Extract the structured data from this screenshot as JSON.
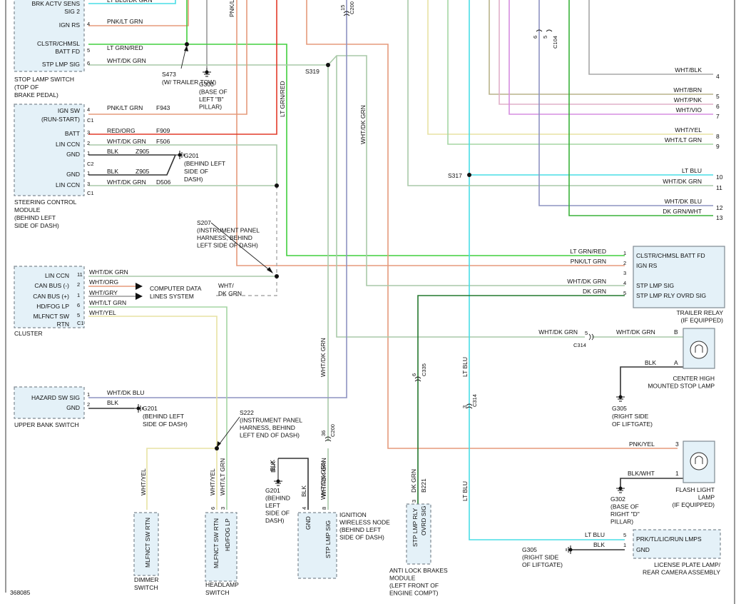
{
  "colors": {
    "lt_blu": "#49dde6",
    "lt_grn_red": "#41cf3e",
    "red": "#e23b2a",
    "pnk_lt_grn": "#e59a7b",
    "wht_dk_grn": "#a9c9a8",
    "wht_lt_grn": "#a5d6a3",
    "wht_yel": "#e7e2a3",
    "wht_blk": "#a7a7a7",
    "wht_brn": "#b9b38a",
    "wht_pnk": "#e0b0c9",
    "wht_vio": "#d68ee0",
    "wht_dk_blu": "#8e93c2",
    "dk_grn": "#24782e",
    "dk_grn_wht": "#3ab23a",
    "blk": "#333333",
    "gry": "#999999",
    "component_fill": "#e4f1f8"
  },
  "stop_lamp_switch": {
    "pins": [
      {
        "name": "BRK ACTV SENS",
        "num": "",
        "wire": "LT BLU/DK GRN",
        "circuit": ""
      },
      {
        "name": "SIG 2",
        "num": "",
        "wire": "",
        "circuit": ""
      },
      {
        "name": "IGN RS",
        "num": "4",
        "wire": "PNK/LT GRN",
        "circuit": ""
      },
      {
        "name": "CLSTR/CHMSL",
        "num": "",
        "wire": "",
        "circuit": ""
      },
      {
        "name": "BATT FD",
        "num": "5",
        "wire": "LT GRN/RED",
        "circuit": ""
      },
      {
        "name": "STP LMP SIG",
        "num": "6",
        "wire": "WHT/DK GRN",
        "circuit": ""
      }
    ],
    "label": [
      "STOP LAMP SWITCH",
      "(TOP OF",
      "BRAKE PEDAL)"
    ]
  },
  "splices": {
    "s473": [
      "S473",
      "(W/ TRAILER TOW)"
    ],
    "s319": "S319",
    "s317": "S317",
    "s207": [
      "S207",
      "(INSTRUMENT PANEL",
      "HARNESS, BEHIND",
      "LEFT SIDE OF DASH)"
    ],
    "s222": [
      "S222",
      "(INSTRUMENT PANEL",
      "HARNESS, BEHIND",
      "LEFT END OF DASH)"
    ]
  },
  "grounds": {
    "g300": [
      "G300",
      "(BASE OF",
      "LEFT \"B\"",
      "PILLAR)"
    ],
    "g201_a": [
      "G201",
      "(BEHIND LEFT",
      "SIDE OF",
      "DASH)"
    ],
    "g201_b": [
      "G201",
      "(BEHIND LEFT",
      "SIDE OF DASH)"
    ],
    "g201_c": [
      "G201",
      "(BEHIND",
      "LEFT",
      "SIDE OF",
      "DASH)"
    ],
    "g305_a": [
      "G305",
      "(RIGHT SIDE",
      "OF LIFTGATE)"
    ],
    "g302": [
      "G302",
      "(BASE OF",
      "RIGHT \"D\"",
      "PILLAR)"
    ],
    "g305_b": [
      "G305",
      "(RIGHT SIDE",
      "OF LIFTGATE)"
    ]
  },
  "steering_control_module": {
    "pins": [
      {
        "name": "IGN SW",
        "num": "4",
        "wire": "PNK/LT GRN",
        "circuit": "F943"
      },
      {
        "name": "(RUN-START)",
        "num": "C1",
        "wire": "",
        "circuit": ""
      },
      {
        "name": "BATT",
        "num": "3",
        "wire": "RED/ORG",
        "circuit": "F909"
      },
      {
        "name": "LIN CCN",
        "num": "2",
        "wire": "WHT/DK GRN",
        "circuit": "F506"
      },
      {
        "name": "GND",
        "num": "1",
        "wire": "BLK",
        "circuit": "Z905"
      },
      {
        "name": "",
        "num": "C2",
        "wire": "",
        "circuit": ""
      },
      {
        "name": "GND",
        "num": "1",
        "wire": "BLK",
        "circuit": "Z905"
      },
      {
        "name": "LIN CCN",
        "num": "3",
        "wire": "WHT/DK GRN",
        "circuit": "D506"
      },
      {
        "name": "",
        "num": "C1",
        "wire": "",
        "circuit": ""
      }
    ],
    "label": [
      "STEERING CONTROL",
      "MODULE",
      "(BEHIND LEFT",
      "SIDE OF DASH)"
    ]
  },
  "cluster": {
    "pins": [
      {
        "name": "LIN CCN",
        "num": "11",
        "wire": "WHT/DK GRN"
      },
      {
        "name": "CAN BUS (-)",
        "num": "2",
        "wire": "WHT/ORG"
      },
      {
        "name": "CAN BUS (+)",
        "num": "1",
        "wire": "WHT/GRY"
      },
      {
        "name": "HD/FOG LP",
        "num": "6",
        "wire": "WHT/LT GRN"
      },
      {
        "name": "MLFNCT SW",
        "num": "5",
        "wire": "WHT/YEL"
      },
      {
        "name": "RTN",
        "num": "C1",
        "wire": ""
      }
    ],
    "data_system": [
      "COMPUTER DATA",
      "LINES SYSTEM"
    ],
    "data_wire": [
      "WHT/",
      "DK GRN"
    ],
    "label": "CLUSTER"
  },
  "upper_bank_switch": {
    "pins": [
      {
        "name": "HAZARD SW SIG",
        "num": "1",
        "wire": "WHT/DK BLU"
      },
      {
        "name": "GND",
        "num": "2",
        "wire": "BLK"
      }
    ],
    "label": "UPPER BANK SWITCH"
  },
  "dimmer_switch": {
    "pin": "MLFNCT SW RTN",
    "wire": "WHT/YEL",
    "label": [
      "DIMMER",
      "SWITCH"
    ]
  },
  "headlamp_switch": {
    "pins": [
      {
        "name": "MLFNCT SW RTN",
        "num": "6",
        "wire": "WHT/YEL"
      },
      {
        "name": "HD/FOG LP",
        "num": "3",
        "wire": "WHT/LT GRN"
      }
    ],
    "label": [
      "HEADLAMP",
      "SWITCH"
    ]
  },
  "ignition_node": {
    "pins": [
      {
        "name": "GND",
        "num": "4",
        "wire": "BLK"
      },
      {
        "name": "STP LMP SIG",
        "num": "8",
        "wire": "WHT/DK GRN"
      }
    ],
    "label": [
      "IGNITION",
      "WIRELESS NODE",
      "(BEHIND LEFT",
      "SIDE OF DASH)"
    ]
  },
  "abs_module": {
    "pin": "STP LMP RLY OVRD SIG",
    "num": "3",
    "wire": "DK GRN",
    "circuit": "B221",
    "label": [
      "ANTI LOCK BRAKES",
      "MODULE",
      "(LEFT FRONT OF",
      "ENGINE COMPT)"
    ]
  },
  "connectors": {
    "c200_top": {
      "pin": "15",
      "name": "C200"
    },
    "c104": {
      "pins": [
        "6",
        "5"
      ],
      "name": "C104"
    },
    "c200_bot": {
      "pin": "36",
      "name": "C200"
    },
    "c335": {
      "pin": "6",
      "name": "C335"
    },
    "c314_a": {
      "pin": "3",
      "name": "C314"
    },
    "c314_b": {
      "pin": "5",
      "name": "C314"
    }
  },
  "vertical_wire_labels": {
    "top_pnk": "PNK/LT GRN",
    "lt_grn_red": "LT GRN/RED",
    "wht_dk_grn_upper": "WHT/DK GRN",
    "wht_dk_grn_mid": "WHT/DK GRN",
    "wht_dk_grn_low": "WHT/DK GRN",
    "lt_blu_mid": "LT BLU",
    "lt_blu_low": "LT BLU",
    "dk_grn_abs": "DK GRN",
    "b221": "B221",
    "blk_node": "BLK",
    "blk_g201": "BLK",
    "wht_yel_dim": "WHT/YEL",
    "wht_yel_head": "WHT/YEL",
    "wht_lt_grn_head": "WHT/LT GRN"
  },
  "right_terminals": [
    {
      "wire": "WHT/BLK",
      "num": "4"
    },
    {
      "wire": "WHT/BRN",
      "num": "5"
    },
    {
      "wire": "WHT/PNK",
      "num": "6"
    },
    {
      "wire": "WHT/VIO",
      "num": "7"
    },
    {
      "wire": "WHT/YEL",
      "num": "8"
    },
    {
      "wire": "WHT/LT GRN",
      "num": "9"
    },
    {
      "wire": "LT BLU",
      "num": "10"
    },
    {
      "wire": "WHT/DK GRN",
      "num": "11"
    },
    {
      "wire": "WHT/DK BLU",
      "num": "12"
    },
    {
      "wire": "DK GRN/WHT",
      "num": "13"
    }
  ],
  "trailer_relay": {
    "pins": [
      {
        "name": "CLSTR/CHMSL BATT FD",
        "num": "1",
        "wire": "LT GRN/RED"
      },
      {
        "name": "IGN RS",
        "num": "2",
        "wire": "PNK/LT GRN"
      },
      {
        "name": "",
        "num": "3",
        "wire": ""
      },
      {
        "name": "STP LMP SIG",
        "num": "4",
        "wire": "WHT/DK GRN"
      },
      {
        "name": "STP LMP RLY OVRD SIG",
        "num": "5",
        "wire": "DK GRN"
      }
    ],
    "label": [
      "TRAILER RELAY",
      "(IF EQUIPPED)"
    ]
  },
  "chmsl": {
    "wire_in": "WHT/DK GRN",
    "wire_in2": "WHT/DK GRN",
    "pin_b": "B",
    "pin_a": "A",
    "gnd_wire": "BLK",
    "label": [
      "CENTER HIGH",
      "MOUNTED STOP LAMP"
    ]
  },
  "flash_light": {
    "wire_in": "PNK/YEL",
    "pin_in": "3",
    "gnd_wire": "BLK/WHT",
    "pin_gnd": "1",
    "label": [
      "FLASH LIGHT",
      "LAMP",
      "(IF EQUIPPED)"
    ]
  },
  "license_lamp": {
    "pins": [
      {
        "name": "PRK/TL/LIC/RUN LMPS",
        "num": "5",
        "wire": "LT BLU"
      },
      {
        "name": "GND",
        "num": "1",
        "wire": "BLK"
      }
    ],
    "label": [
      "LICENSE PLATE LAMP/",
      "REAR CAMERA ASSEMBLY"
    ]
  },
  "figure_id": "368085"
}
